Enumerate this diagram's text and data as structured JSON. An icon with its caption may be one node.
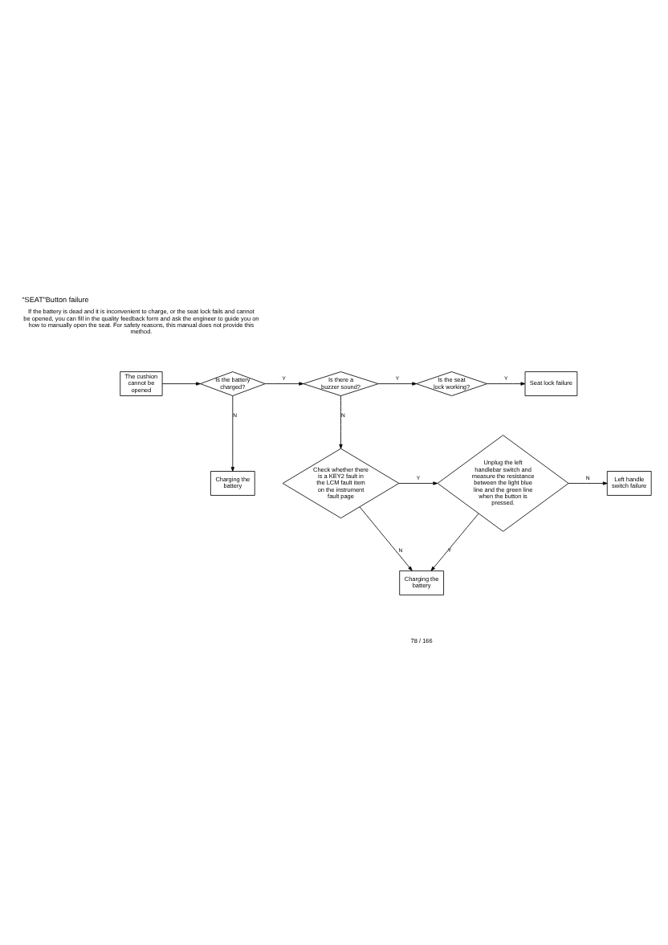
{
  "diagram": {
    "title": "“SEAT”Button failure",
    "nodes": [
      {
        "text": [
          "The cushion cannot be opened"
        ]
      },
      {
        "text": [
          "Is the battery charged?"
        ]
      },
      {
        "text": [
          "Is there a buzzer sound?"
        ]
      },
      {
        "text": [
          "Is the seat lock working?"
        ]
      },
      {
        "text": [
          "Seat lock failure"
        ]
      },
      {
        "text": [
          "Charging the battery"
        ]
      },
      {
        "text": [
          "Check whether there is a KEY2 fault in the LCM fault item on the instrument fault page"
        ]
      },
      {
        "text": [
          "Unplug the left handlebar switch and measure the resistance between the light blue line and the green line when the button is pressed."
        ]
      },
      {
        "text": [
          "Left handle switch failure"
        ]
      },
      {
        "text": [
          "Charging the battery"
        ]
      }
    ],
    "edges": [
      {
        "from": 0,
        "to": 1,
        "arrow": "to"
      },
      {
        "from": 1,
        "to": 2,
        "arrow": "to",
        "label": "Y"
      },
      {
        "from": 2,
        "to": 3,
        "arrow": "to",
        "label": "Y"
      },
      {
        "from": 3,
        "to": 4,
        "arrow": "to",
        "label": "Y"
      },
      {
        "from": 1,
        "to": 5,
        "arrow": "to",
        "label": "N"
      },
      {
        "from": 2,
        "to": 6,
        "arrow": "to",
        "label": "N"
      },
      {
        "from": 6,
        "to": 7,
        "arrow": "to",
        "label": "Y"
      },
      {
        "from": 6,
        "to": 9,
        "arrow": "to",
        "label": "N"
      },
      {
        "from": 7,
        "to": 8,
        "arrow": "to",
        "label": "N"
      },
      {
        "from": 7,
        "to": 9,
        "arrow": "to",
        "label": "Y"
      }
    ],
    "labels": [
      "If the battery is dead and it is inconvenient to charge, or the seat lock fails and cannot be opened, you can fill in the quality feedback form and ask the engineer to guide you on how to manually open the seat. For safety reasons, this manual does not provide this method.",
      "78 / 166"
    ]
  }
}
